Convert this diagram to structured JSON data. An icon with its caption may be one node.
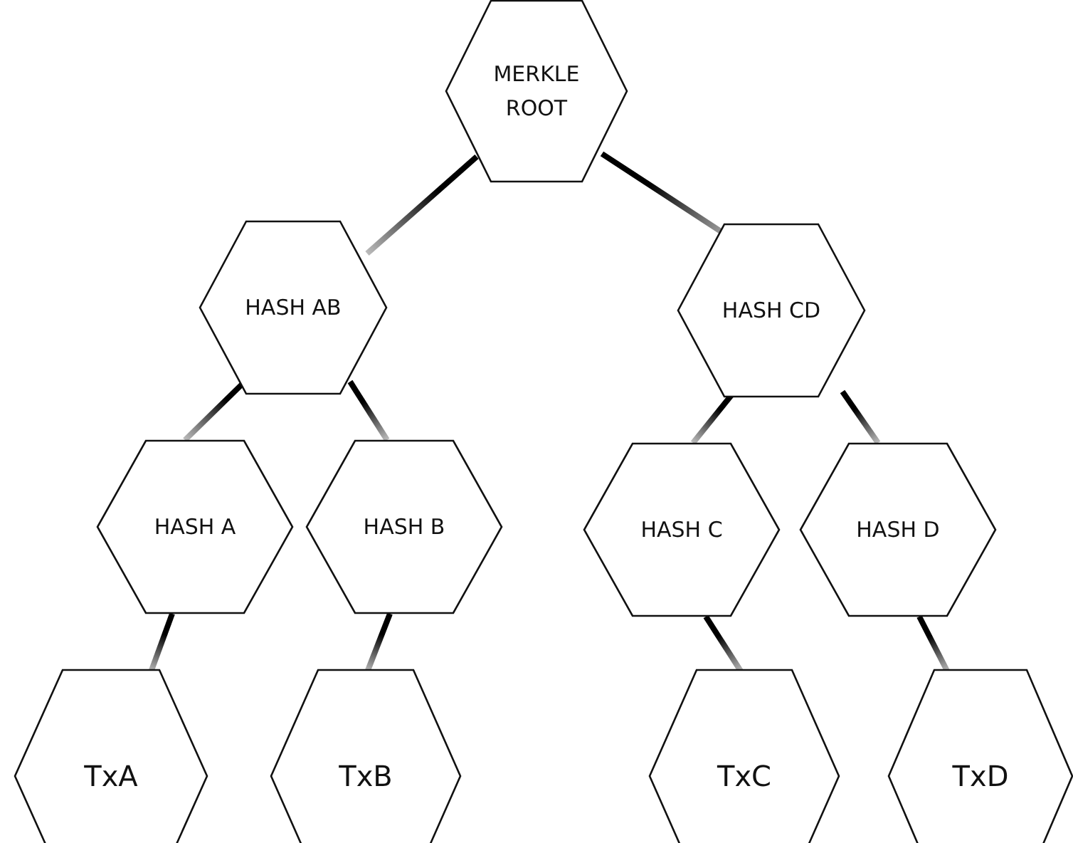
{
  "diagram": {
    "nodes": [
      {
        "text": [
          "MERKLE ROOT"
        ]
      },
      {
        "text": [
          "HASH AB"
        ]
      },
      {
        "text": [
          "HASH CD"
        ]
      },
      {
        "text": [
          "HASH A"
        ]
      },
      {
        "text": [
          "HASH B"
        ]
      },
      {
        "text": [
          "HASH C"
        ]
      },
      {
        "text": [
          "HASH D"
        ]
      },
      {
        "text": [
          "TxA"
        ]
      },
      {
        "text": [
          "TxB"
        ]
      },
      {
        "text": [
          "TxC"
        ]
      },
      {
        "text": [
          "TxD"
        ]
      }
    ],
    "edges": [
      {
        "from": 0,
        "to": 1,
        "arrow": "none"
      },
      {
        "from": 0,
        "to": 2,
        "arrow": "none"
      },
      {
        "from": 1,
        "to": 3,
        "arrow": "none"
      },
      {
        "from": 1,
        "to": 4,
        "arrow": "none"
      },
      {
        "from": 2,
        "to": 5,
        "arrow": "none"
      },
      {
        "from": 2,
        "to": 6,
        "arrow": "none"
      },
      {
        "from": 3,
        "to": 7,
        "arrow": "none"
      },
      {
        "from": 4,
        "to": 8,
        "arrow": "none"
      },
      {
        "from": 5,
        "to": 9,
        "arrow": "none"
      },
      {
        "from": 6,
        "to": 10,
        "arrow": "none"
      }
    ]
  }
}
